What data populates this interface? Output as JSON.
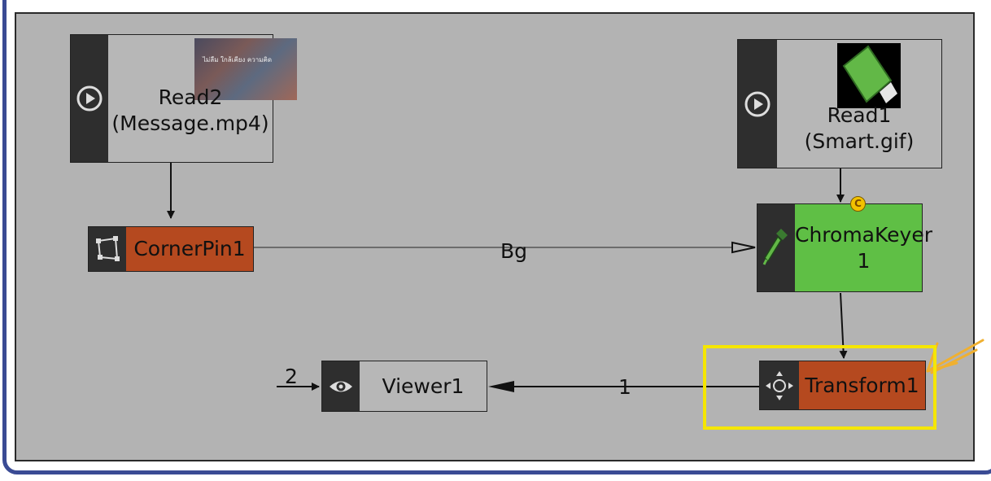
{
  "nodes": {
    "read2": {
      "label": "Read2\n(Message.mp4)",
      "thumb_text": "ไม่ลืม ใกล้เคียง ความคิด"
    },
    "read1": {
      "label": "Read1\n(Smart.gif)"
    },
    "cornerpin": {
      "label": "CornerPin1"
    },
    "chromakeyer": {
      "label": "ChromaKeyer\n1",
      "badge": "C"
    },
    "transform": {
      "label": "Transform1"
    },
    "viewer": {
      "label": "Viewer1"
    }
  },
  "wires": {
    "bg_label": "Bg",
    "transform_to_viewer_label": "1",
    "viewer_input2_label": "2"
  },
  "colors": {
    "orange_node": "#b5491f",
    "green_node": "#5fbf45",
    "highlight": "#f5e600",
    "annotation_arrow": "#f0b030",
    "frame": "#3a4b94"
  }
}
